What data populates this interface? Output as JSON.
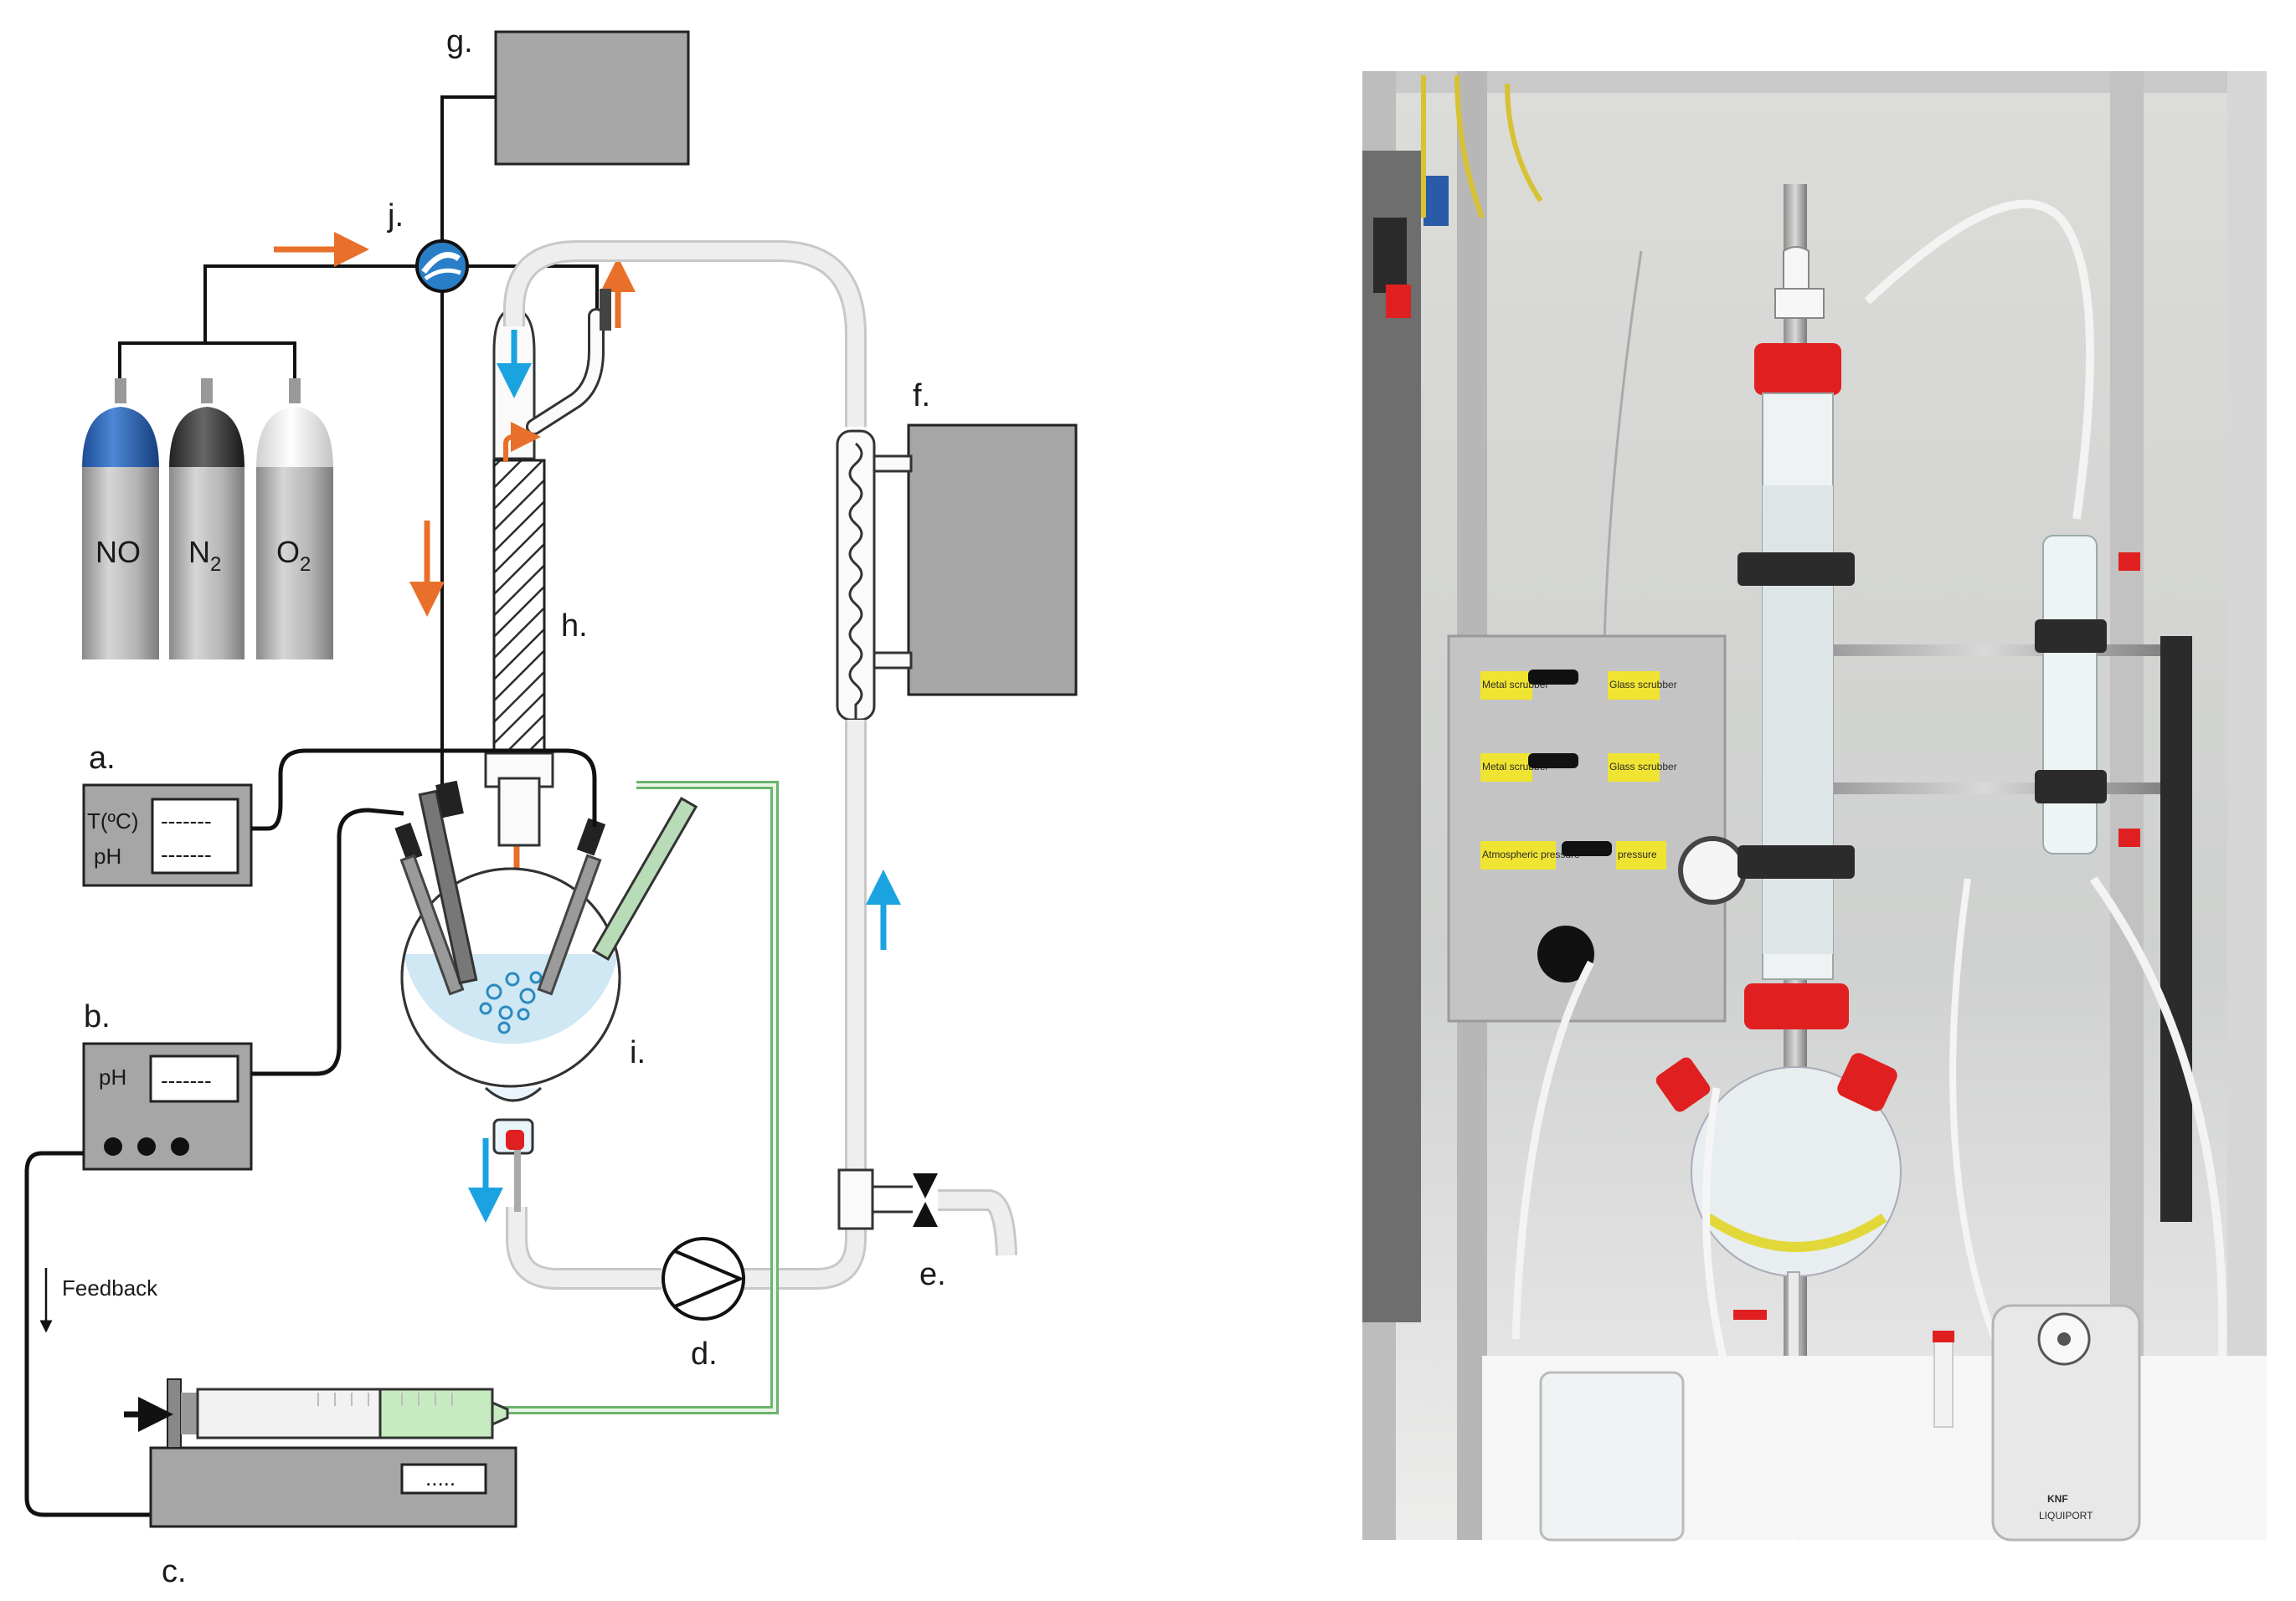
{
  "labels": {
    "a": "a.",
    "b": "b.",
    "c": "c.",
    "d": "d.",
    "e": "e.",
    "f": "f.",
    "g": "g.",
    "h": "h.",
    "i": "i.",
    "j": "j."
  },
  "gases": {
    "no": "NO",
    "n2_main": "N",
    "n2_sub": "2",
    "o2_main": "O",
    "o2_sub": "2"
  },
  "displays": {
    "temp_label": "T(ºC)",
    "ph_label_a": "pH",
    "ph_label_b": "pH",
    "dash_1": "-------",
    "dash_2": "-------",
    "dash_3": "-------",
    "pump_display": "....."
  },
  "feedback": "Feedback",
  "photo_labels": {
    "metal_1": "Metal scrubber",
    "glass_1": "Glass scrubber",
    "metal_2": "Metal scrubber",
    "glass_2": "Glass scrubber",
    "atm": "Atmospheric pressure",
    "pressure": "pressure",
    "knf": "KNF",
    "liquiport": "LIQUIPORT"
  },
  "colors": {
    "gas_arrow": "#e8702a",
    "liquid_arrow": "#1aa3e0",
    "equipment_gray": "#a6a6a6",
    "tubing": "#e6e6e6",
    "green_line": "#6db36d",
    "red_cap": "#e02020"
  },
  "icons": [
    "flow-arrow",
    "three-way-valve-icon",
    "pump-icon",
    "valve-icon",
    "gas-cylinder-icon"
  ]
}
